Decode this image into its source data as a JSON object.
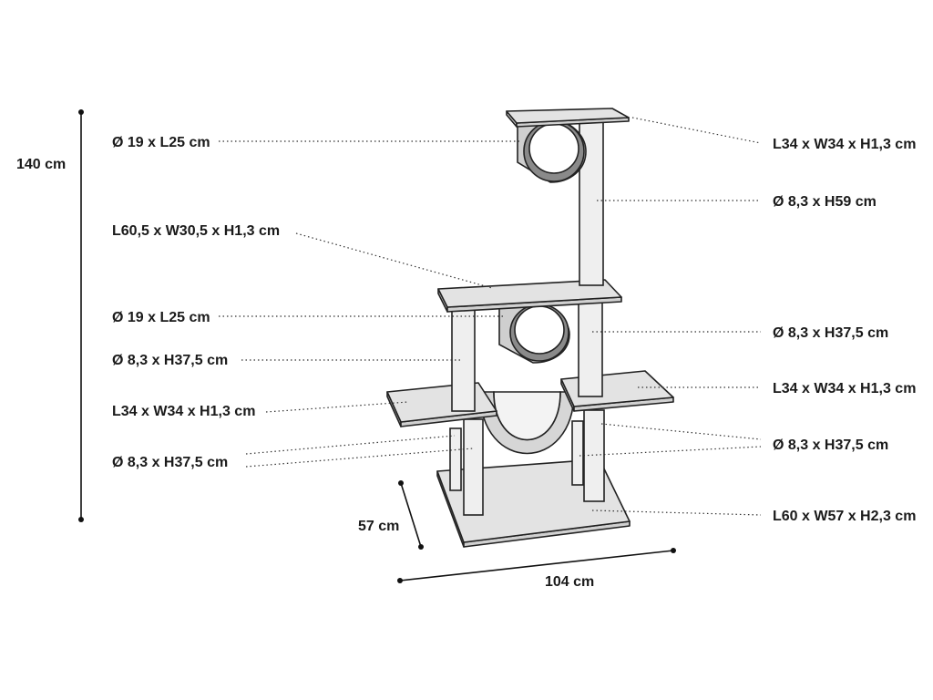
{
  "labels": {
    "left": {
      "top_tube": "Ø 19 x L25 cm",
      "mid_platform": "L60,5 x W30,5 x H1,3 cm",
      "mid_tube": "Ø 19 x L25 cm",
      "post_upper_left": "Ø 8,3 x H37,5 cm",
      "left_platform": "L34 x W34 x H1,3 cm",
      "post_lower_left": "Ø 8,3 x H37,5 cm"
    },
    "right": {
      "top_platform": "L34 x W34 x H1,3 cm",
      "top_post": "Ø 8,3 x H59 cm",
      "post_upper_right": "Ø 8,3 x H37,5 cm",
      "right_platform": "L34 x W34 x H1,3 cm",
      "post_lower_right": "Ø 8,3 x H37,5 cm",
      "base": "L60 x W57 x H2,3 cm"
    }
  },
  "dimensions": {
    "height": "140 cm",
    "depth": "57 cm",
    "width": "104 cm"
  }
}
